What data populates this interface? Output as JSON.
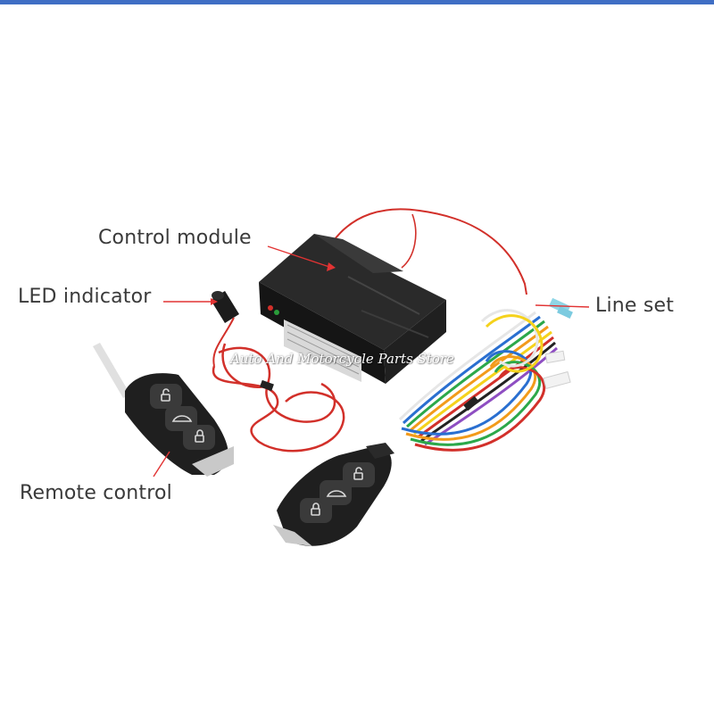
{
  "labels": {
    "control_module": "Control module",
    "led_indicator": "LED indicator",
    "line_set": "Line set",
    "remote_control": "Remote control"
  },
  "watermark": "Auto And Motorcycle Parts Store",
  "colors": {
    "top_bar": "#3f6ec4",
    "pointer": "#e23333",
    "module_body": "#1e1e1e",
    "wire_red": "#d2302a"
  },
  "icons": {
    "lock": "lock-icon",
    "unlock": "unlock-icon",
    "trunk": "trunk-icon"
  }
}
